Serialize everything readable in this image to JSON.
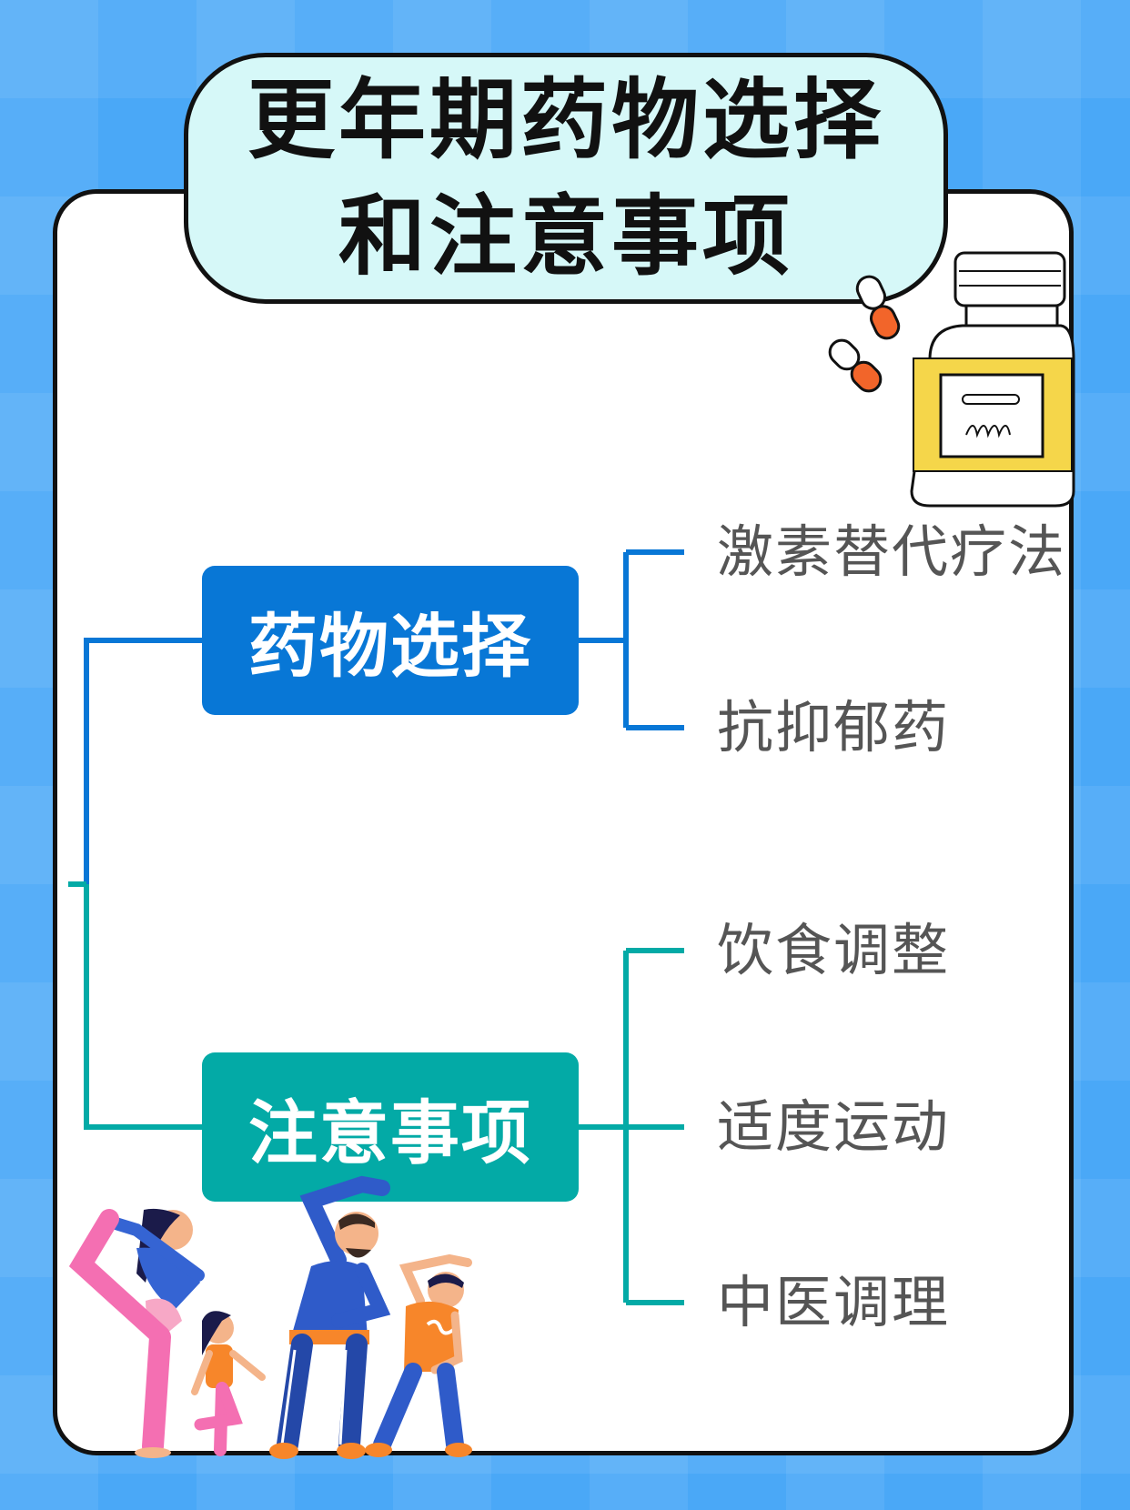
{
  "title": {
    "line1": "更年期药物选择",
    "line2": "和注意事项"
  },
  "branches": [
    {
      "label": "药物选择",
      "color": "#0877d6",
      "children": [
        "激素替代疗法",
        "抗抑郁药"
      ]
    },
    {
      "label": "注意事项",
      "color": "#03aaa6",
      "children": [
        "饮食调整",
        "适度运动",
        "中医调理"
      ]
    }
  ],
  "colors": {
    "background": "#4aa8f7",
    "title_bg": "#d6f8f8",
    "leaf_text": "#555555",
    "pill_accent": "#f2652a",
    "label_yellow": "#f5d64a"
  },
  "icons": [
    "medicine-bottle-icon",
    "capsule-icon",
    "family-exercise-illustration"
  ]
}
